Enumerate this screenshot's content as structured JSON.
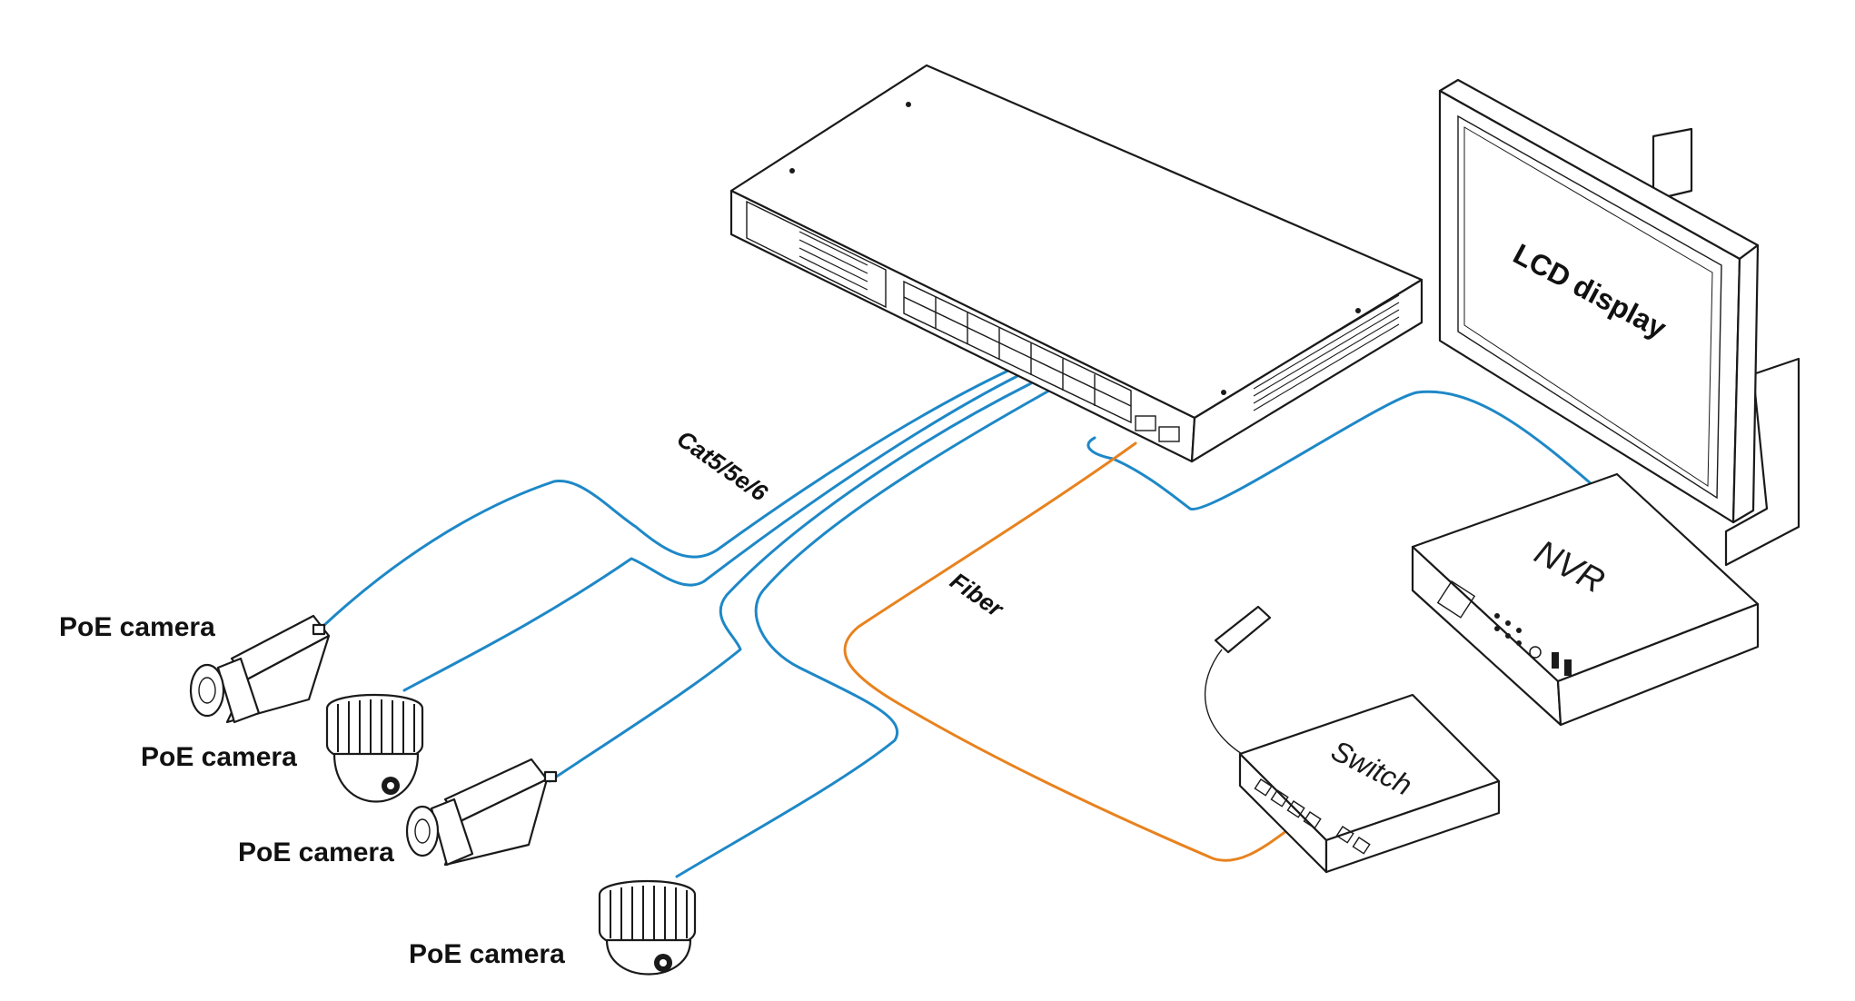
{
  "diagram": {
    "cable_label": "Cat5/5e/6",
    "fiber_label": "Fiber",
    "camera_label": "PoE camera",
    "lcd_label": "LCD display",
    "nvr_label": "NVR",
    "switch_label": "Switch"
  },
  "colors": {
    "ethernet_cable": "#1e88c7",
    "fiber_cable": "#e8821e",
    "outline": "#1a1a1a"
  }
}
